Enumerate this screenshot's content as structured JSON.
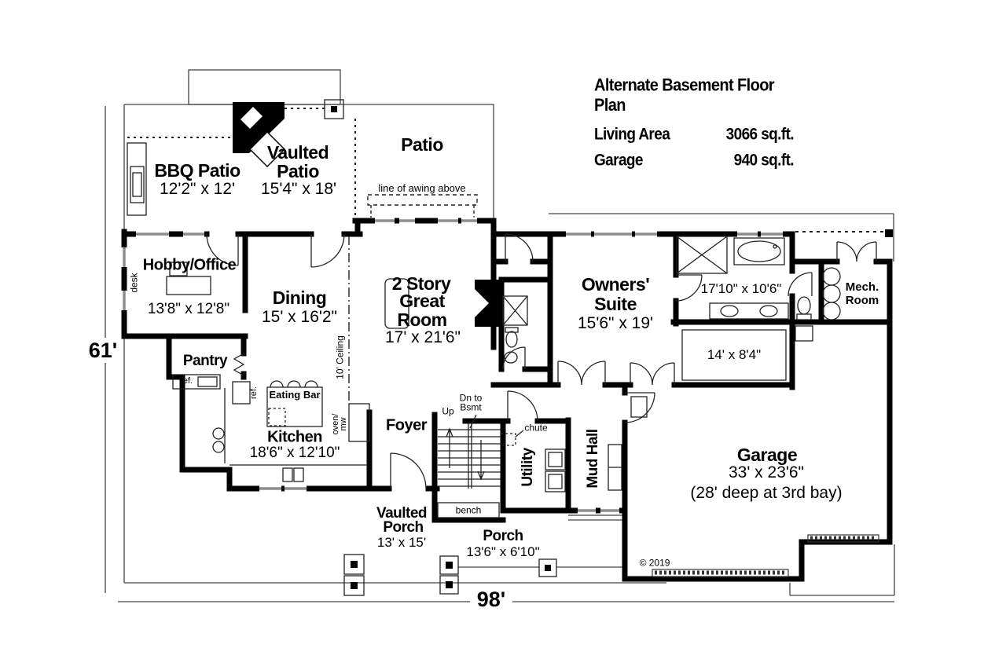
{
  "title_block": {
    "title": "Alternate Basement Floor Plan",
    "rows": [
      {
        "label": "Living Area",
        "value": "3066 sq.ft."
      },
      {
        "label": "Garage",
        "value": "940 sq.ft."
      }
    ]
  },
  "dimensions": {
    "width": "98'",
    "height": "61'"
  },
  "rooms": {
    "bbq_patio": {
      "name": "BBQ Patio",
      "dims": "12'2\" x 12'"
    },
    "vaulted_patio": {
      "name_line1": "Vaulted",
      "name_line2": "Patio",
      "dims": "15'4\" x 18'"
    },
    "patio": {
      "name": "Patio"
    },
    "hobby_office": {
      "name": "Hobby/Office",
      "dims": "13'8\" x 12'8\""
    },
    "dining": {
      "name": "Dining",
      "dims": "15' x 16'2\""
    },
    "great_room": {
      "name_line1": "2 Story",
      "name_line2": "Great",
      "name_line3": "Room",
      "dims": "17' x 21'6\""
    },
    "pantry": {
      "name": "Pantry"
    },
    "kitchen": {
      "name": "Kitchen",
      "dims": "18'6\" x 12'10\""
    },
    "foyer": {
      "name": "Foyer"
    },
    "utility": {
      "name": "Utility"
    },
    "mud_hall": {
      "name": "Mud Hall"
    },
    "owners_suite": {
      "name_line1": "Owners'",
      "name_line2": "Suite",
      "dims": "15'6\" x 19'"
    },
    "owners_bath": {
      "dims": "17'10\" x 10'6\""
    },
    "closet": {
      "dims": "14' x 8'4\""
    },
    "mech_room": {
      "name_line1": "Mech.",
      "name_line2": "Room"
    },
    "garage": {
      "name": "Garage",
      "dims": "33' x 23'6\"",
      "note": "(28' deep at 3rd bay)"
    },
    "vaulted_porch": {
      "name_line1": "Vaulted",
      "name_line2": "Porch",
      "dims": "13' x 15'"
    },
    "porch": {
      "name": "Porch",
      "dims": "13'6\" x 6'10\""
    }
  },
  "annotations": {
    "awning": "line of awing above",
    "ceiling": "10' Ceiling",
    "desk": "desk",
    "ref_pantry": "ref.",
    "ref_kitchen": "ref.",
    "eating_bar": "Eating Bar",
    "oven_line1": "oven/",
    "oven_line2": "mw",
    "up": "Up",
    "dn_line1": "Dn to",
    "dn_line2": "Bsmt",
    "bench": "bench",
    "chute": "chute",
    "copyright": "© 2019"
  }
}
